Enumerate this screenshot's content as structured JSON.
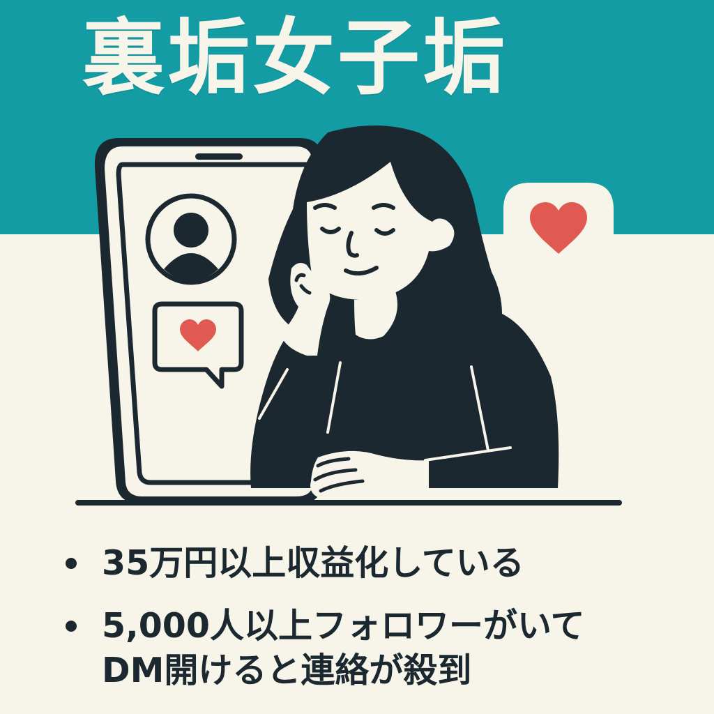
{
  "title": "裏垢女子垢",
  "colors": {
    "teal": "#139ca3",
    "cream": "#f7f4ea",
    "ink": "#1c2830",
    "heart": "#e05a52"
  },
  "illustration": {
    "phone_icons": [
      "avatar-icon",
      "heart-chat-bubble-icon"
    ],
    "notification_icon": "heart-icon",
    "figure": "woman-resting-chin-on-hand"
  },
  "bullets": [
    {
      "line1": "35万円以上収益化している",
      "line2": ""
    },
    {
      "line1": "5,000人以上フォロワーがいて",
      "line2": "DM開けると連絡が殺到"
    }
  ]
}
